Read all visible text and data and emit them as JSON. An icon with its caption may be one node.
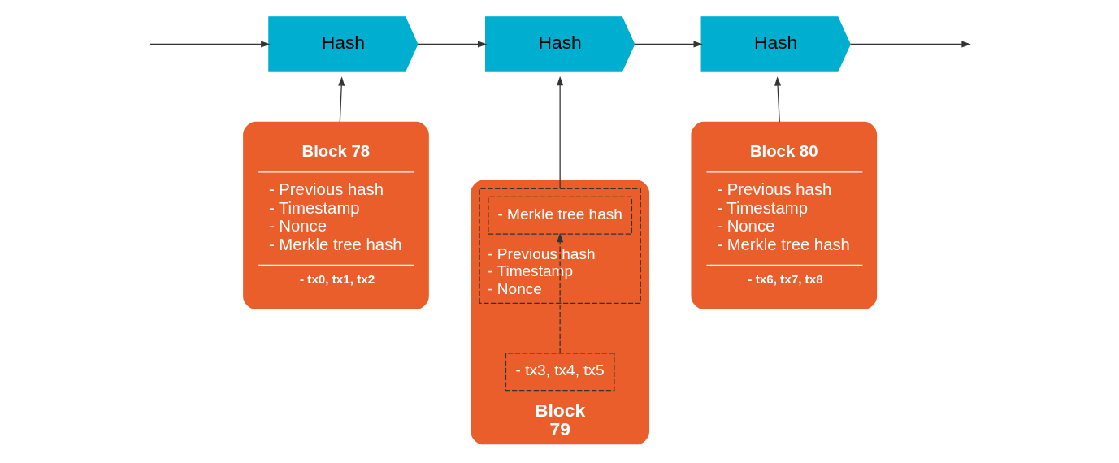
{
  "diagram": {
    "nodes": [
      {
        "text": [
          "Hash"
        ]
      },
      {
        "text": [
          "Hash"
        ]
      },
      {
        "text": [
          "Hash"
        ]
      },
      {
        "text": [
          "Block 78",
          "- Previous hash",
          "- Timestamp",
          "- Nonce",
          "- Merkle tree hash",
          "- tx0, tx1, tx2"
        ]
      },
      {
        "text": [
          "Block",
          "79"
        ]
      },
      {
        "text": [
          "- Previous hash",
          "- Timestamp",
          "- Nonce"
        ],
        "in": 4
      },
      {
        "text": [
          "- Merkle tree hash"
        ],
        "in": 5
      },
      {
        "text": [
          "- tx3, tx4, tx5"
        ],
        "in": 4
      },
      {
        "text": [
          "Block 80",
          "- Previous hash",
          "- Timestamp",
          "- Nonce",
          "- Merkle tree hash",
          "- tx6, tx7, tx8"
        ]
      }
    ],
    "edges": [
      {
        "from": null,
        "to": 0,
        "arrow": "to"
      },
      {
        "from": 0,
        "to": 1,
        "arrow": "to"
      },
      {
        "from": 1,
        "to": 2,
        "arrow": "to"
      },
      {
        "from": 2,
        "to": null,
        "arrow": "to"
      },
      {
        "from": 3,
        "to": 0,
        "arrow": "to"
      },
      {
        "from": 5,
        "to": 1,
        "arrow": "to"
      },
      {
        "from": 8,
        "to": 2,
        "arrow": "to"
      },
      {
        "from": 7,
        "to": 6,
        "arrow": "to",
        "style": "dashed"
      }
    ]
  }
}
